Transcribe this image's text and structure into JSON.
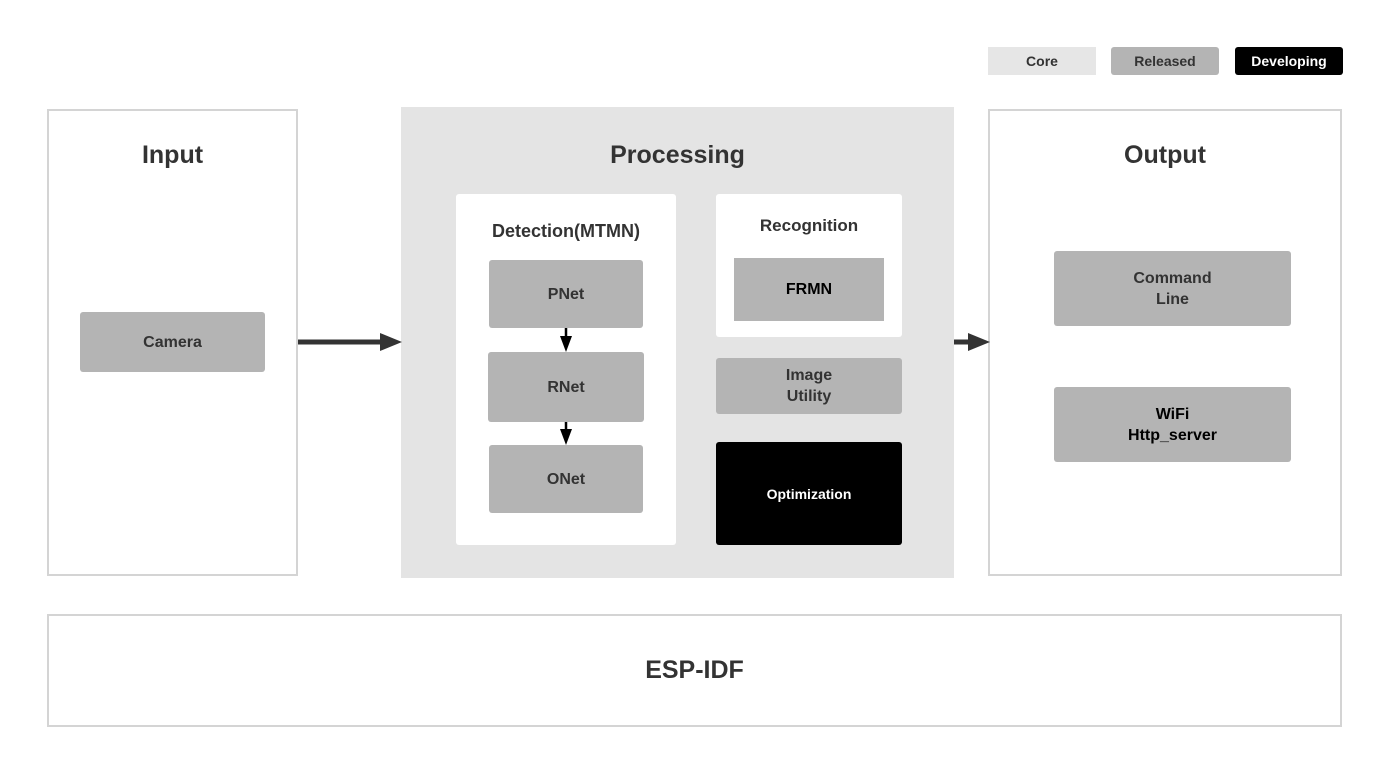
{
  "legend": {
    "core": "Core",
    "released": "Released",
    "developing": "Developing"
  },
  "input": {
    "title": "Input",
    "camera": "Camera"
  },
  "processing": {
    "title": "Processing",
    "detection": {
      "title": "Detection(MTMN)",
      "pnet": "PNet",
      "rnet": "RNet",
      "onet": "ONet"
    },
    "recognition": {
      "title": "Recognition",
      "frmn": "FRMN"
    },
    "image_utility": "Image\nUtility",
    "optimization": "Optimization"
  },
  "output": {
    "title": "Output",
    "command_line": "Command\nLine",
    "wifi": "WiFi\nHttp_server"
  },
  "platform": {
    "title": "ESP-IDF"
  },
  "colors": {
    "core": "#e6e6e6",
    "released": "#b4b4b4",
    "developing": "#000000",
    "border": "#d4d4d4",
    "text": "#333333"
  }
}
